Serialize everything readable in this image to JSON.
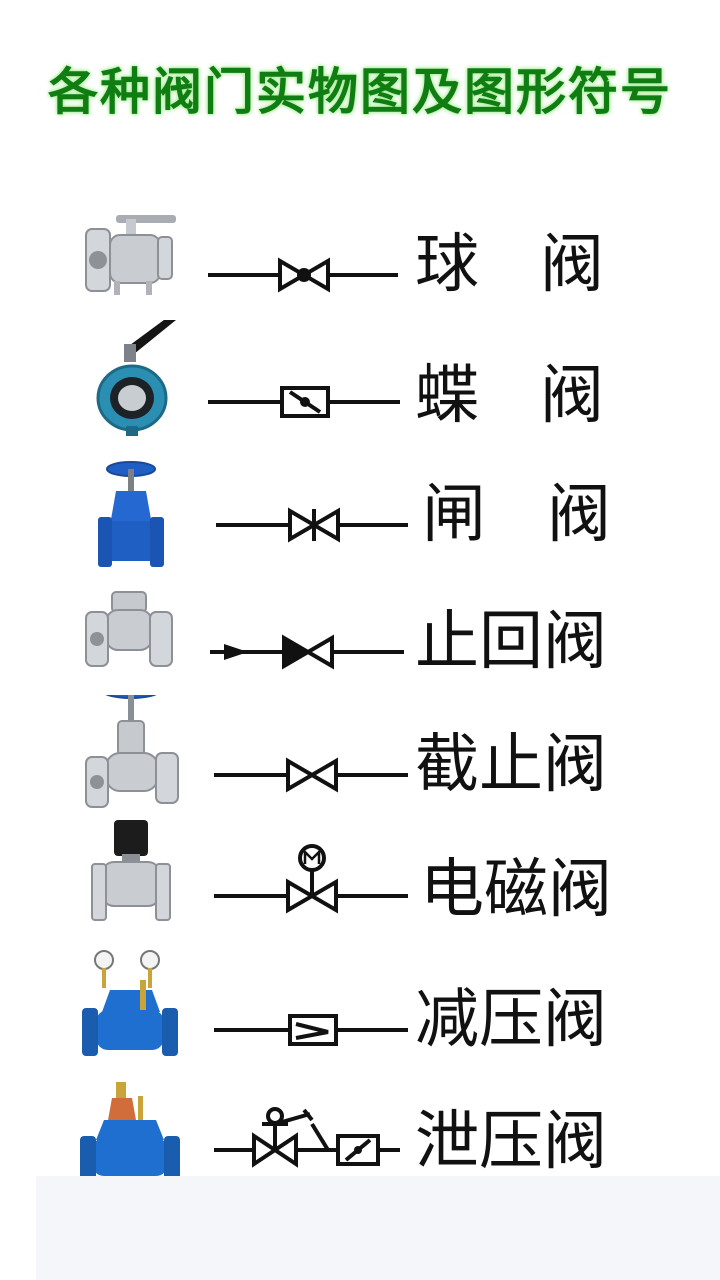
{
  "title": "各种阀门实物图及图形符号",
  "valves": [
    {
      "id": "ball",
      "name": "球   阀"
    },
    {
      "id": "butterfly",
      "name": "蝶   阀"
    },
    {
      "id": "gate",
      "name": "闸   阀"
    },
    {
      "id": "check",
      "name": "止回阀"
    },
    {
      "id": "globe",
      "name": "截止阀"
    },
    {
      "id": "solenoid",
      "name": "电磁阀"
    },
    {
      "id": "pressure-reducing",
      "name": "减压阀"
    },
    {
      "id": "pressure-relief",
      "name": "泄压阀"
    }
  ],
  "colors": {
    "title": "#0f7d12",
    "steel": "#b9bdc3",
    "blue": "#1f5fc4",
    "teal": "#2b8fb3",
    "symbol": "#111111"
  }
}
